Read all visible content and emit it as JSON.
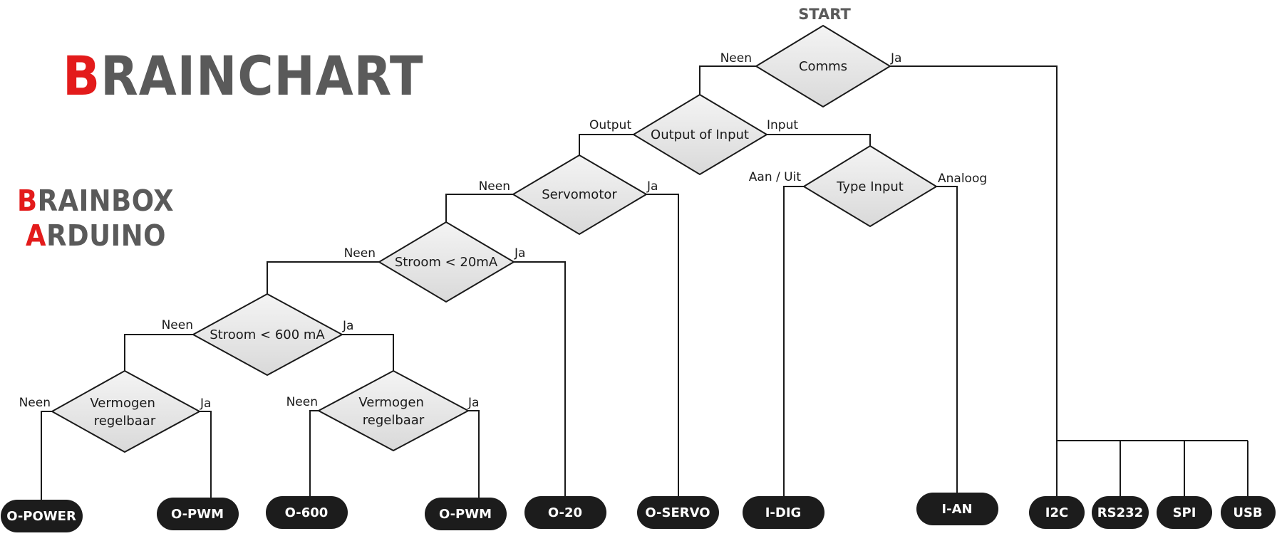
{
  "colors": {
    "accent": "#e31b1b",
    "logo_gray": "#5a5a5a",
    "line": "#1a1a1a",
    "diamond_fill_top": "#f4f4f4",
    "diamond_fill_bottom": "#d9d9d9",
    "terminal_fill": "#1c1c1c",
    "terminal_text": "#ffffff"
  },
  "logo": {
    "main_first": "B",
    "main_rest": "RAINCHART",
    "sub1_first": "B",
    "sub1_rest": "RAINBOX",
    "sub2_first": "A",
    "sub2_rest": "RDUINO"
  },
  "start_label": "START",
  "decisions": {
    "comms": [
      "Comms"
    ],
    "output_of_input": [
      "Output of Input"
    ],
    "servomotor": [
      "Servomotor"
    ],
    "type_input": [
      "Type Input"
    ],
    "stroom20": [
      "Stroom < 20mA"
    ],
    "stroom600": [
      "Stroom < 600 mA"
    ],
    "vermogen_left": [
      "Vermogen",
      "regelbaar"
    ],
    "vermogen_right": [
      "Vermogen",
      "regelbaar"
    ]
  },
  "branch_labels": {
    "comms_no": "Neen",
    "comms_yes": "Ja",
    "ooi_output": "Output",
    "ooi_input": "Input",
    "servo_no": "Neen",
    "servo_yes": "Ja",
    "type_digital": "Aan / Uit",
    "type_analog": "Analoog",
    "s20_no": "Neen",
    "s20_yes": "Ja",
    "s600_no": "Neen",
    "s600_yes": "Ja",
    "vl_no": "Neen",
    "vl_yes": "Ja",
    "vr_no": "Neen",
    "vr_yes": "Ja"
  },
  "terminals": {
    "o_power": "O-POWER",
    "o_pwm_1": "O-PWM",
    "o_600": "O-600",
    "o_pwm_2": "O-PWM",
    "o_20": "O-20",
    "o_servo": "O-SERVO",
    "i_dig": "I-DIG",
    "i_an": "I-AN",
    "i2c": "I2C",
    "rs232": "RS232",
    "spi": "SPI",
    "usb": "USB"
  }
}
